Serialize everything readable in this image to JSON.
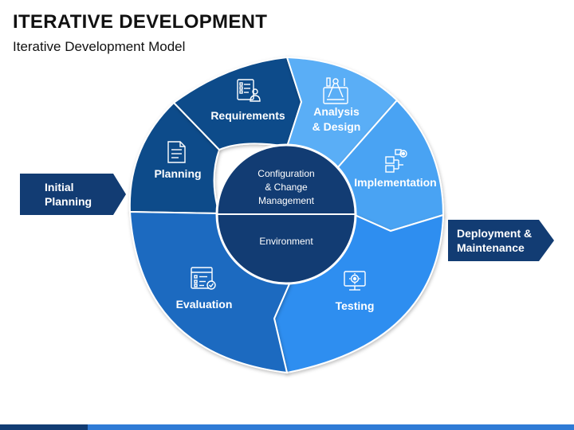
{
  "title": "ITERATIVE DEVELOPMENT",
  "subtitle": "Iterative Development Model",
  "colors": {
    "dark_navy": "#123c73",
    "navy": "#0f4c8a",
    "mid_blue": "#1a6bc0",
    "light_blue": "#5aaef6",
    "sky_blue": "#4aa3f3",
    "bright_blue": "#2f8ef0"
  },
  "segments": {
    "requirements": {
      "label": "Requirements",
      "icon": "checklist-person-icon"
    },
    "analysis": {
      "label_line1": "Analysis",
      "label_line2": "& Design",
      "icon": "drafting-tools-icon"
    },
    "implementation": {
      "label": "Implementation",
      "icon": "flowchart-gear-icon"
    },
    "testing": {
      "label": "Testing",
      "icon": "monitor-gear-icon"
    },
    "evaluation": {
      "label": "Evaluation",
      "icon": "checklist-window-icon"
    },
    "planning": {
      "label": "Planning",
      "icon": "document-pen-icon"
    }
  },
  "center": {
    "top_line1": "Configuration",
    "top_line2": "& Change",
    "top_line3": "Management",
    "bottom": "Environment"
  },
  "input_arrow": {
    "line1": "Initial",
    "line2": "Planning"
  },
  "output_arrow": {
    "line1": "Deployment &",
    "line2": "Maintenance"
  }
}
